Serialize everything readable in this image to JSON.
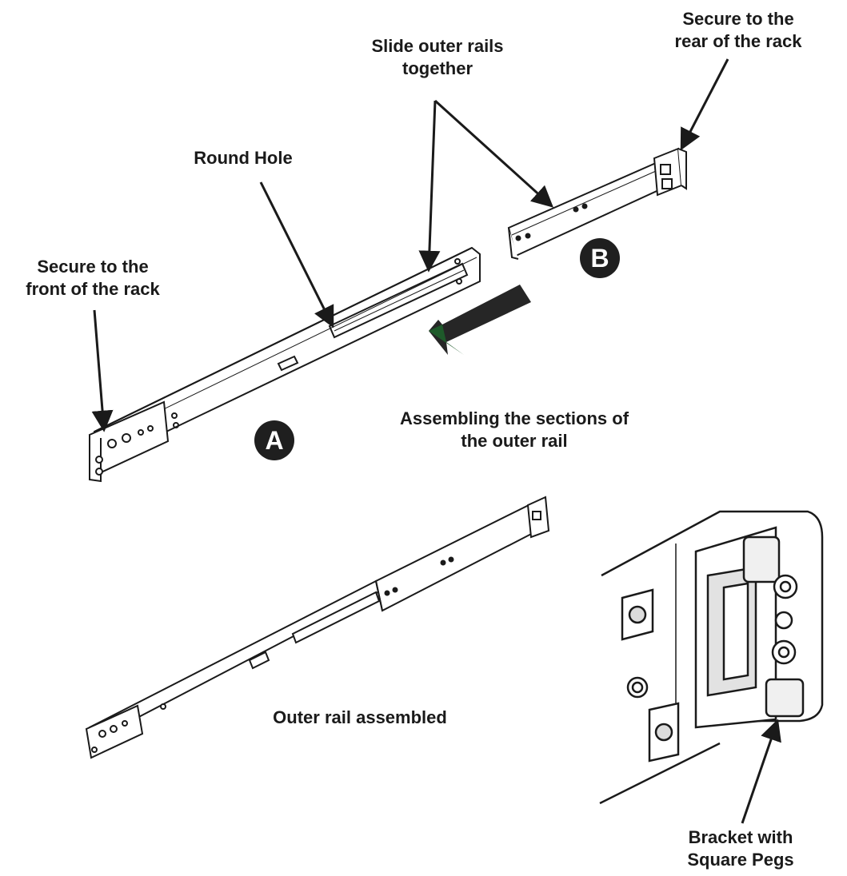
{
  "labels": {
    "secure_rear_1": "Secure to the",
    "secure_rear_2": "rear of the rack",
    "slide_1": "Slide outer rails",
    "slide_2": "together",
    "round_hole": "Round Hole",
    "secure_front_1": "Secure to the",
    "secure_front_2": "front of the rack",
    "assembling_1": "Assembling the sections of",
    "assembling_2": "the outer rail",
    "assembled": "Outer rail assembled",
    "bracket_1": "Bracket with",
    "bracket_2": "Square Pegs"
  },
  "badges": {
    "a": "A",
    "b": "B"
  },
  "colors": {
    "line": "#1a1a1a",
    "badge_fill": "#1f1f1f",
    "arrow_dark": "#262626",
    "arrow_green": "#1e5a2a"
  }
}
